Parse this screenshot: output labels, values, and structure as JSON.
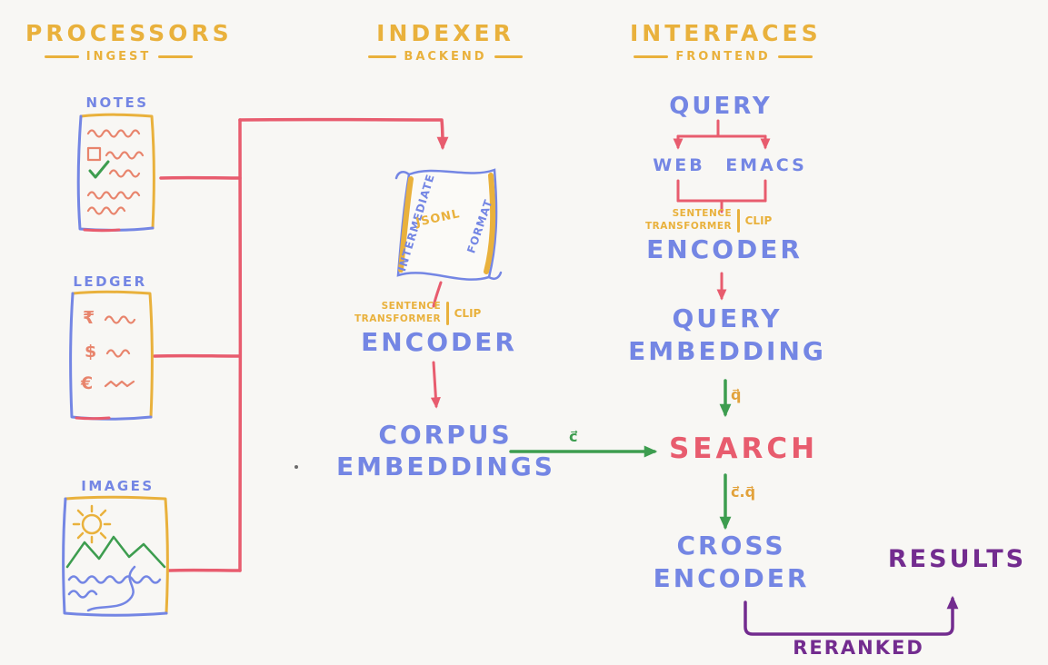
{
  "colors": {
    "yellow": "#E9B13C",
    "blue": "#7486E4",
    "red": "#E85C6E",
    "salmon": "#E8846C",
    "green": "#3D9D4F",
    "purple": "#732C8F",
    "background": "#F8F7F4"
  },
  "headers": {
    "processors": {
      "title": "PROCESSORS",
      "subtitle": "INGEST"
    },
    "indexer": {
      "title": "INDEXER",
      "subtitle": "BACKEND"
    },
    "interfaces": {
      "title": "INTERFACES",
      "subtitle": "FRONTEND"
    }
  },
  "processors": {
    "notes_label": "NOTES",
    "ledger_label": "LEDGER",
    "images_label": "IMAGES",
    "ledger_symbols": {
      "rupee": "₹",
      "dollar": "$",
      "euro": "€"
    }
  },
  "indexer": {
    "scroll": {
      "left": "INTERMEDIATE",
      "center": "JSONL",
      "right": "FORMAT"
    },
    "model_line1": "SENTENCE",
    "model_line2": "TRANSFORMER",
    "model_alt": "CLIP",
    "encoder": "ENCODER",
    "corpus_line1": "CORPUS",
    "corpus_line2": "EMBEDDINGS",
    "corpus_vector": "c⃗"
  },
  "interfaces": {
    "query": "QUERY",
    "clients": {
      "web": "WEB",
      "emacs": "EMACS"
    },
    "model_line1": "SENTENCE",
    "model_line2": "TRANSFORMER",
    "model_alt": "CLIP",
    "encoder": "ENCODER",
    "query_embedding_line1": "QUERY",
    "query_embedding_line2": "EMBEDDING",
    "query_vector": "q⃗",
    "search": "SEARCH",
    "similarity": "c⃗.q⃗",
    "cross_encoder_line1": "CROSS",
    "cross_encoder_line2": "ENCODER",
    "results": "RESULTS",
    "reranked": "RERANKED"
  }
}
